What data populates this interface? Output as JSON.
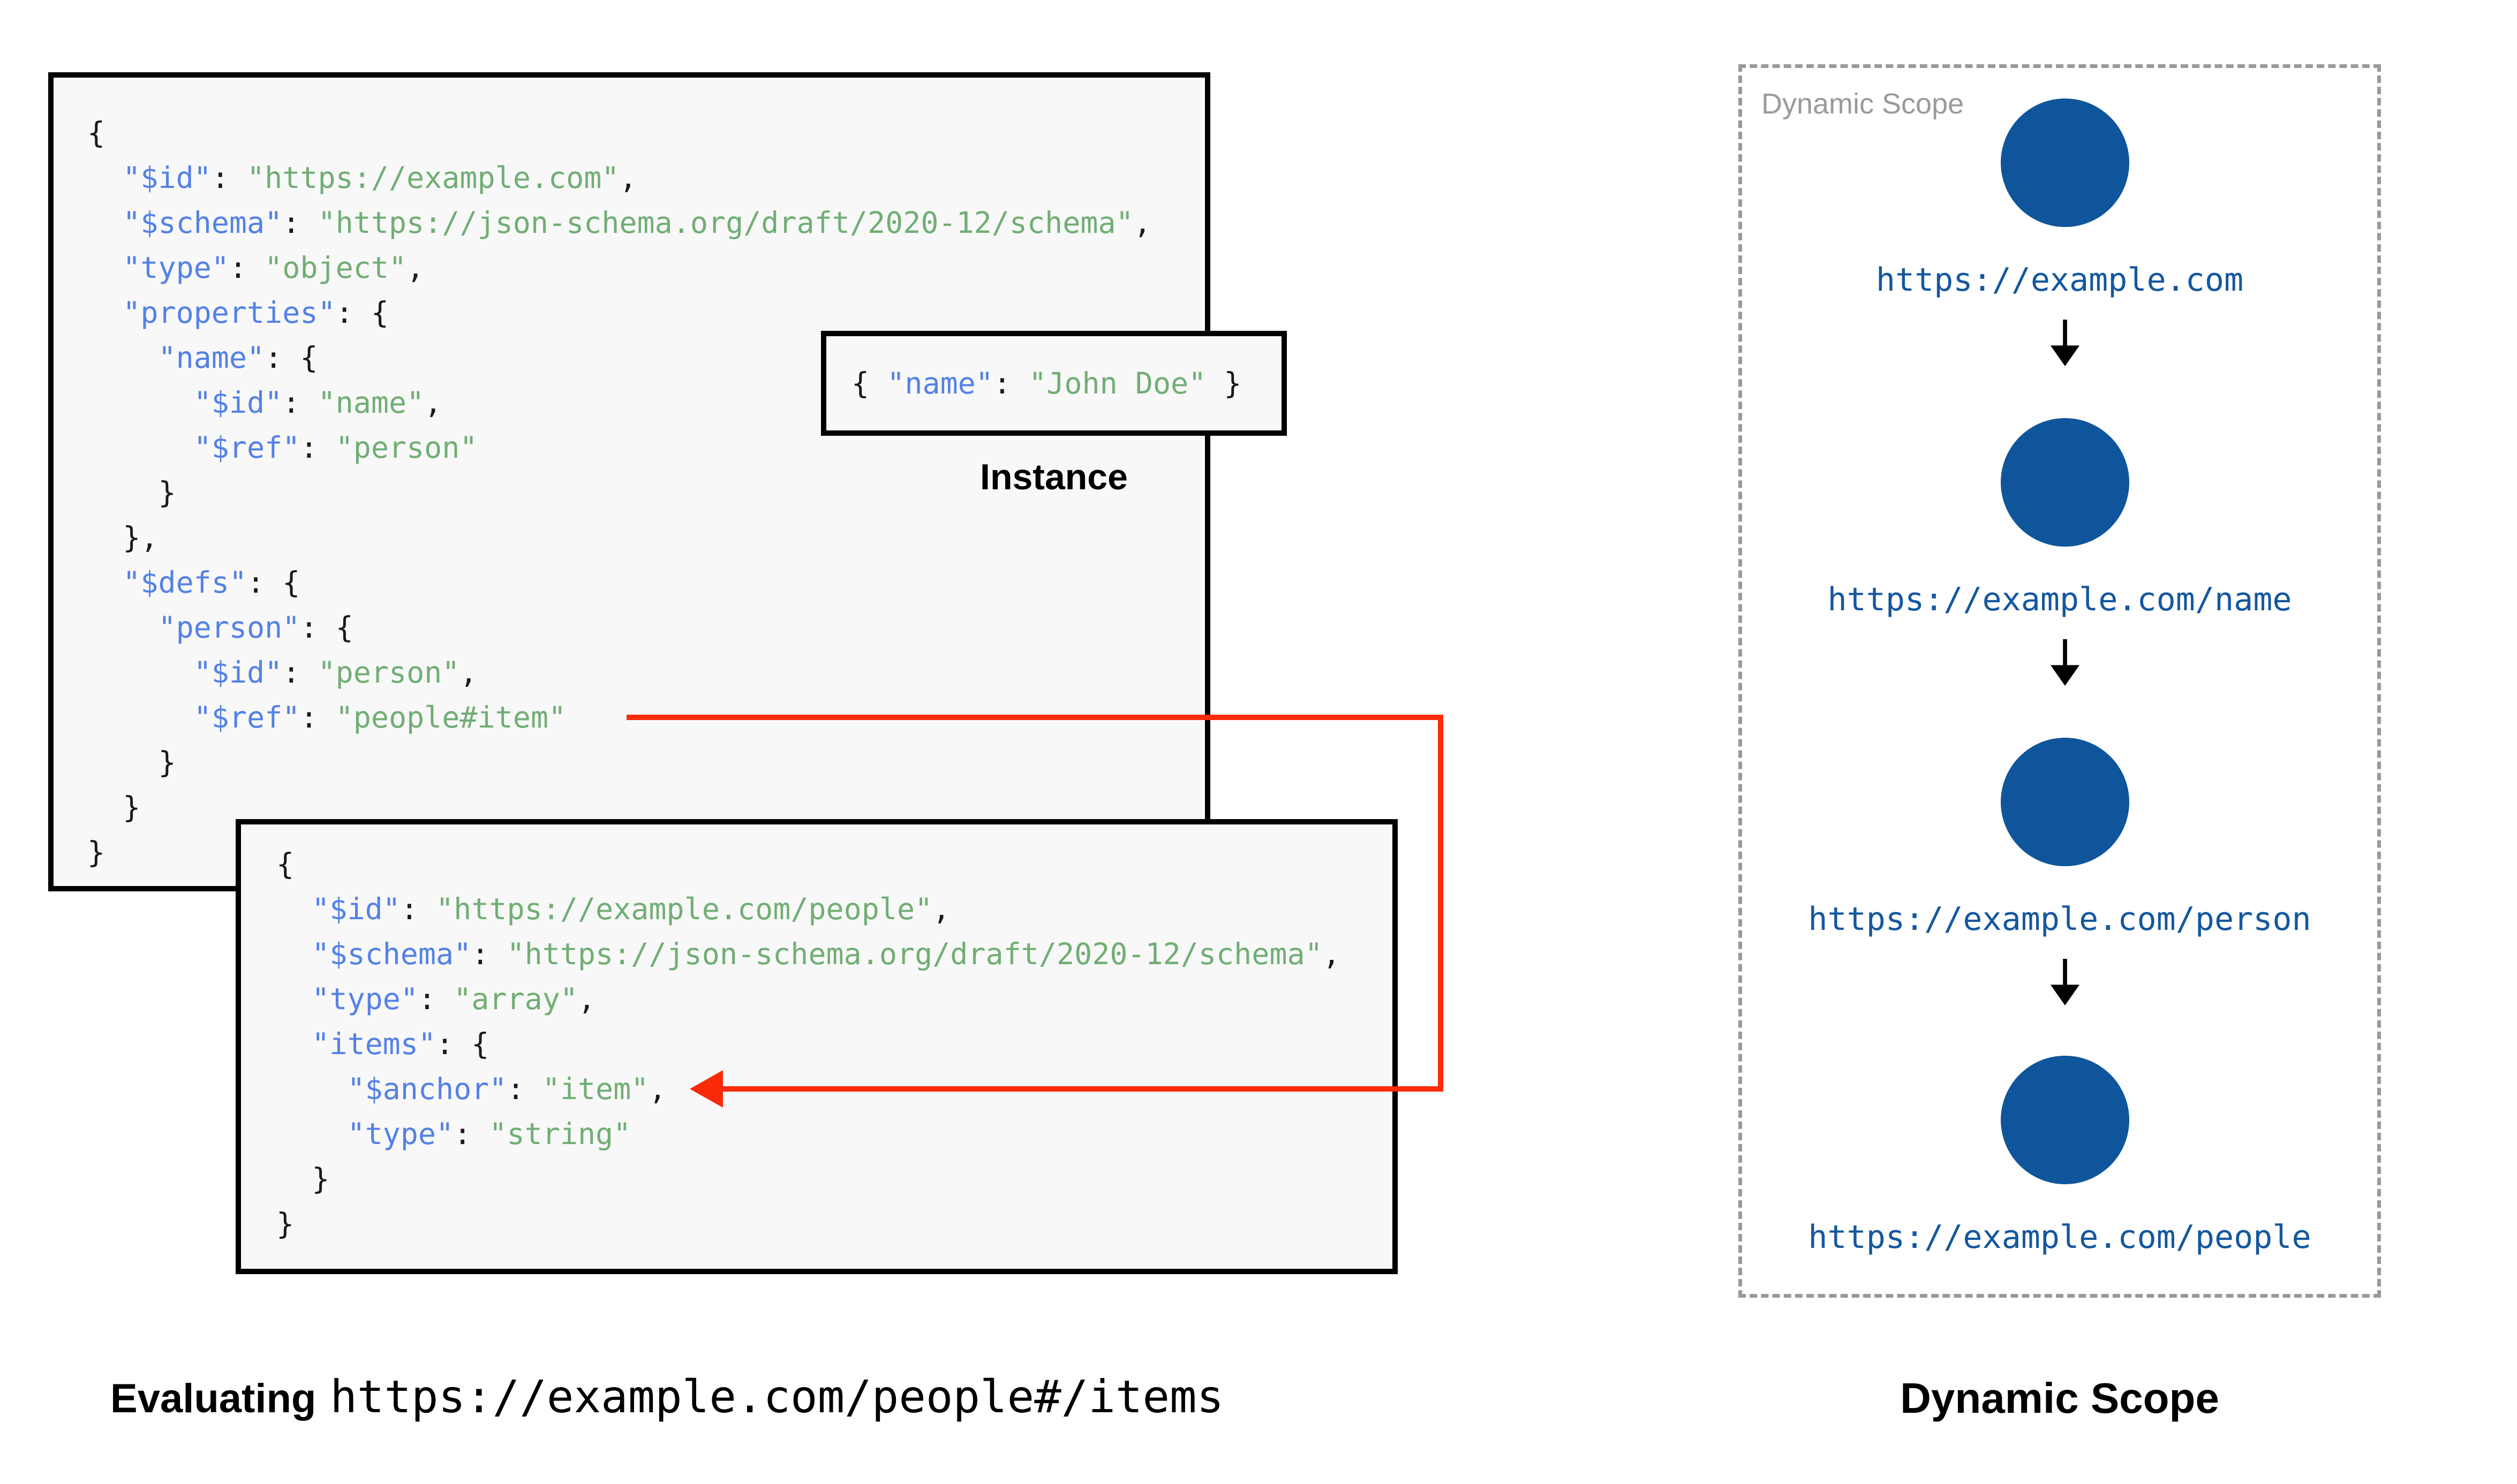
{
  "colors": {
    "key_blue": "#5381e6",
    "string_green": "#71ae74",
    "punct_black": "#1a1a1a",
    "ref_arrow_red": "#fa2b0a",
    "node_blue": "#0f559b",
    "node_url_blue": "#14579f",
    "panel_gray": "#999999",
    "box_bg": "#f8f8f8"
  },
  "schema_root": {
    "lines": [
      [
        [
          "p",
          "{"
        ]
      ],
      [
        [
          "p",
          "  "
        ],
        [
          "k",
          "\"$id\""
        ],
        [
          "p",
          ": "
        ],
        [
          "s",
          "\"https://example.com\""
        ],
        [
          "p",
          ","
        ]
      ],
      [
        [
          "p",
          "  "
        ],
        [
          "k",
          "\"$schema\""
        ],
        [
          "p",
          ": "
        ],
        [
          "s",
          "\"https://json-schema.org/draft/2020-12/schema\""
        ],
        [
          "p",
          ","
        ]
      ],
      [
        [
          "p",
          "  "
        ],
        [
          "k",
          "\"type\""
        ],
        [
          "p",
          ": "
        ],
        [
          "s",
          "\"object\""
        ],
        [
          "p",
          ","
        ]
      ],
      [
        [
          "p",
          "  "
        ],
        [
          "k",
          "\"properties\""
        ],
        [
          "p",
          ": {"
        ]
      ],
      [
        [
          "p",
          "    "
        ],
        [
          "k",
          "\"name\""
        ],
        [
          "p",
          ": {"
        ]
      ],
      [
        [
          "p",
          "      "
        ],
        [
          "k",
          "\"$id\""
        ],
        [
          "p",
          ": "
        ],
        [
          "s",
          "\"name\""
        ],
        [
          "p",
          ","
        ]
      ],
      [
        [
          "p",
          "      "
        ],
        [
          "k",
          "\"$ref\""
        ],
        [
          "p",
          ": "
        ],
        [
          "s",
          "\"person\""
        ]
      ],
      [
        [
          "p",
          "    }"
        ]
      ],
      [
        [
          "p",
          "  },"
        ]
      ],
      [
        [
          "p",
          "  "
        ],
        [
          "k",
          "\"$defs\""
        ],
        [
          "p",
          ": {"
        ]
      ],
      [
        [
          "p",
          "    "
        ],
        [
          "k",
          "\"person\""
        ],
        [
          "p",
          ": {"
        ]
      ],
      [
        [
          "p",
          "      "
        ],
        [
          "k",
          "\"$id\""
        ],
        [
          "p",
          ": "
        ],
        [
          "s",
          "\"person\""
        ],
        [
          "p",
          ","
        ]
      ],
      [
        [
          "p",
          "      "
        ],
        [
          "k",
          "\"$ref\""
        ],
        [
          "p",
          ": "
        ],
        [
          "s",
          "\"people#item\""
        ]
      ],
      [
        [
          "p",
          "    }"
        ]
      ],
      [
        [
          "p",
          "  }"
        ]
      ],
      [
        [
          "p",
          "}"
        ]
      ]
    ]
  },
  "schema_people": {
    "lines": [
      [
        [
          "p",
          "{"
        ]
      ],
      [
        [
          "p",
          "  "
        ],
        [
          "k",
          "\"$id\""
        ],
        [
          "p",
          ": "
        ],
        [
          "s",
          "\"https://example.com/people\""
        ],
        [
          "p",
          ","
        ]
      ],
      [
        [
          "p",
          "  "
        ],
        [
          "k",
          "\"$schema\""
        ],
        [
          "p",
          ": "
        ],
        [
          "s",
          "\"https://json-schema.org/draft/2020-12/schema\""
        ],
        [
          "p",
          ","
        ]
      ],
      [
        [
          "p",
          "  "
        ],
        [
          "k",
          "\"type\""
        ],
        [
          "p",
          ": "
        ],
        [
          "s",
          "\"array\""
        ],
        [
          "p",
          ","
        ]
      ],
      [
        [
          "p",
          "  "
        ],
        [
          "k",
          "\"items\""
        ],
        [
          "p",
          ": {"
        ]
      ],
      [
        [
          "p",
          "    "
        ],
        [
          "k",
          "\"$anchor\""
        ],
        [
          "p",
          ": "
        ],
        [
          "s",
          "\"item\""
        ],
        [
          "p",
          ","
        ]
      ],
      [
        [
          "p",
          "    "
        ],
        [
          "k",
          "\"type\""
        ],
        [
          "p",
          ": "
        ],
        [
          "s",
          "\"string\""
        ]
      ],
      [
        [
          "p",
          "  }"
        ]
      ],
      [
        [
          "p",
          "}"
        ]
      ]
    ]
  },
  "instance": {
    "label": "Instance",
    "lines": [
      [
        [
          "p",
          "{ "
        ],
        [
          "k",
          "\"name\""
        ],
        [
          "p",
          ": "
        ],
        [
          "s",
          "\"John Doe\""
        ],
        [
          "p",
          " }"
        ]
      ]
    ]
  },
  "scope": {
    "label": "Dynamic Scope",
    "caption": "Dynamic Scope",
    "nodes": [
      {
        "url": "https://example.com"
      },
      {
        "url": "https://example.com/name"
      },
      {
        "url": "https://example.com/person"
      },
      {
        "url": "https://example.com/people"
      }
    ]
  },
  "caption_left": {
    "bold": "Evaluating",
    "uri": "https://example.com/people#/items"
  }
}
